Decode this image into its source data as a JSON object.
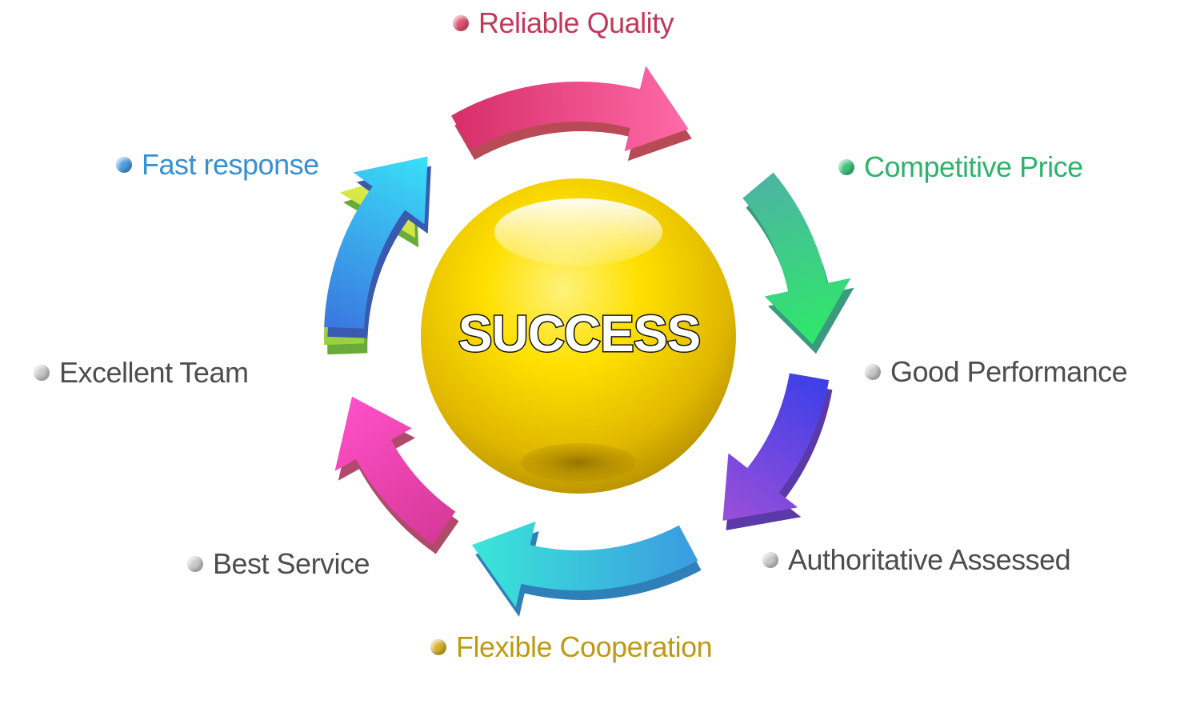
{
  "center": {
    "title": "SUCCESS"
  },
  "items": [
    {
      "label": "Reliable Quality",
      "color": "#c0395a",
      "dot": "#e0526f"
    },
    {
      "label": "Competitive Price",
      "color": "#2eb36b",
      "dot": "#3cc37a"
    },
    {
      "label": "Good Performance",
      "color": "#4d4d4d",
      "dot": "#c8c8c8"
    },
    {
      "label": "Authoritative Assessed",
      "color": "#4d4d4d",
      "dot": "#c8c8c8"
    },
    {
      "label": "Flexible Cooperation",
      "color": "#c09a12",
      "dot": "#d4b02a"
    },
    {
      "label": "Best Service",
      "color": "#4d4d4d",
      "dot": "#c8c8c8"
    },
    {
      "label": "Excellent Team",
      "color": "#4d4d4d",
      "dot": "#c8c8c8"
    },
    {
      "label": "Fast response",
      "color": "#3a8fd0",
      "dot": "#4a9de0"
    }
  ],
  "arrows": [
    {
      "light": "#ff6aa8",
      "dark": "#d8306a",
      "side": "#b84a56"
    },
    {
      "light": "#2fe86a",
      "dark": "#4bb6a0",
      "side": "#3a9a7e"
    },
    {
      "light": "#9b4fd8",
      "dark": "#3f3fe8",
      "side": "#5a3aa8"
    },
    {
      "light": "#3ae6d8",
      "dark": "#3a9ee0",
      "side": "#2f7fb8"
    },
    {
      "light": "#ff4fc8",
      "dark": "#d83a9a",
      "side": "#b04a6a"
    },
    {
      "light": "#e8f04a",
      "dark": "#9ad040",
      "side": "#6aaa3a"
    },
    {
      "light": "#3ae0f8",
      "dark": "#3a7ae0",
      "side": "#3a5ab0"
    }
  ]
}
